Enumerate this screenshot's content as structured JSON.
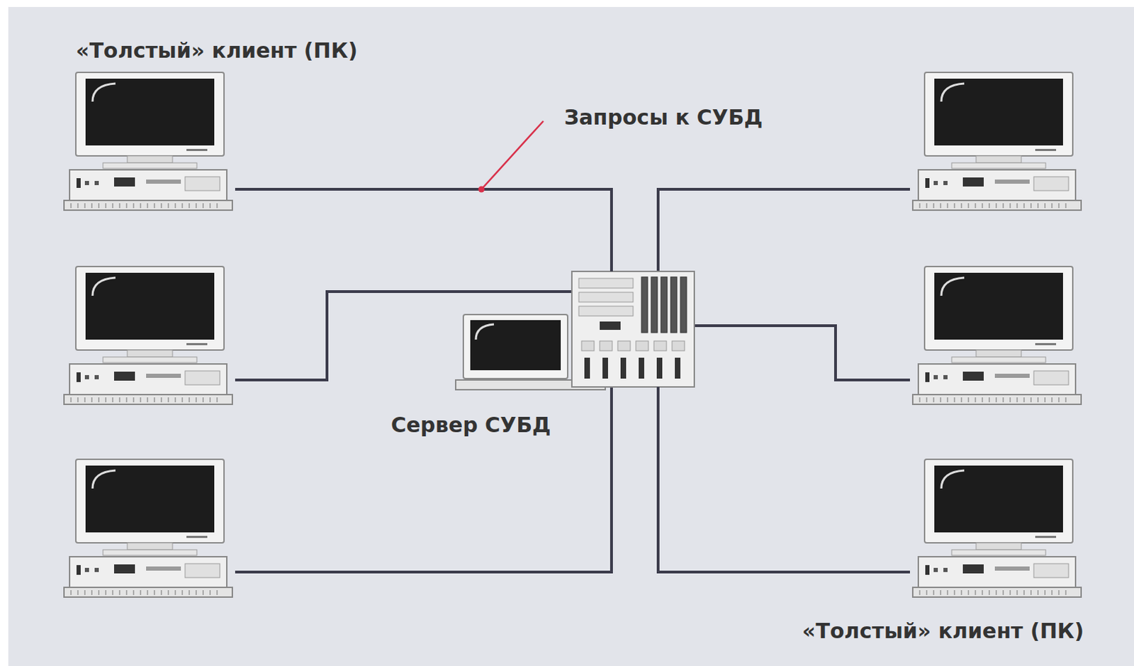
{
  "diagram": {
    "nodes": [
      {
        "text": [
          "«Толстый» клиент (ПК)"
        ]
      },
      {
        "text": [
          "Сервер СУБД"
        ]
      },
      {
        "text": [
          "«Толстый» клиент (ПК)"
        ]
      }
    ],
    "edges": [
      {
        "from": 0,
        "to": 1,
        "arrow": "none"
      },
      {
        "from": 2,
        "to": 1,
        "arrow": "none"
      }
    ],
    "labels": [
      "Запросы к СУБД"
    ]
  }
}
